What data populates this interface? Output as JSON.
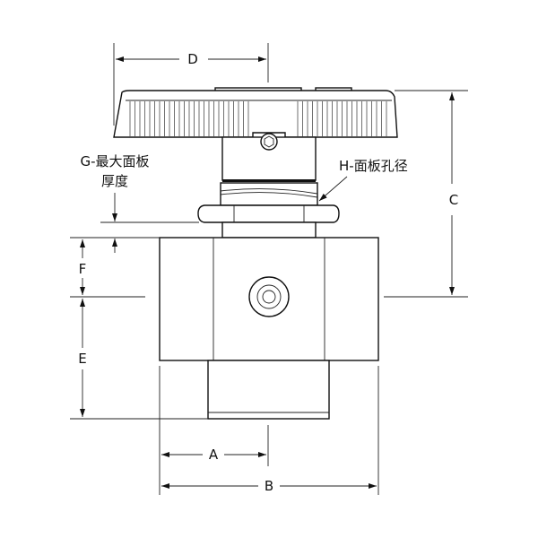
{
  "labels": {
    "a": "A",
    "b": "B",
    "c": "C",
    "d": "D",
    "e": "E",
    "f": "F",
    "g_line1": "G-最大面板",
    "g_line2": "厚度",
    "h": "H-面板孔径"
  }
}
